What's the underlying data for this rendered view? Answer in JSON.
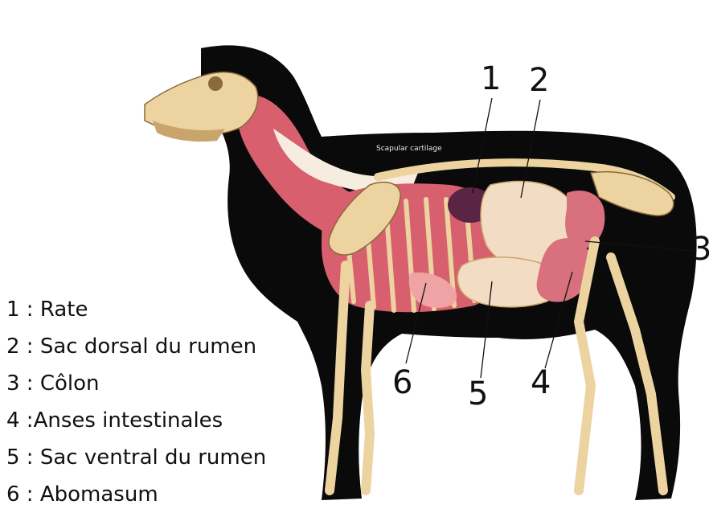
{
  "caption": "Scapular cartilage",
  "callouts": [
    {
      "id": "1",
      "label": "1"
    },
    {
      "id": "2",
      "label": "2"
    },
    {
      "id": "3",
      "label": "3"
    },
    {
      "id": "4",
      "label": "4"
    },
    {
      "id": "5",
      "label": "5"
    },
    {
      "id": "6",
      "label": "6"
    }
  ],
  "legend": [
    {
      "number": "1",
      "text": "1 : Rate"
    },
    {
      "number": "2",
      "text": "2 : Sac dorsal du rumen"
    },
    {
      "number": "3",
      "text": "3 : Côlon"
    },
    {
      "number": "4",
      "text": "4 :Anses intestinales"
    },
    {
      "number": "5",
      "text": "5 : Sac ventral du rumen"
    },
    {
      "number": "6",
      "text": "6 : Abomasum"
    }
  ],
  "colors": {
    "silhouette": "#0a0a0a",
    "bone": "#ecd3a0",
    "bone_shadow": "#c9a56c",
    "muscle": "#d8606e",
    "muscle_light": "#f0a3a5",
    "rumen": "#f3dcc4",
    "spleen": "#5a2445",
    "intestine": "#d9707e",
    "background": "#ffffff"
  }
}
